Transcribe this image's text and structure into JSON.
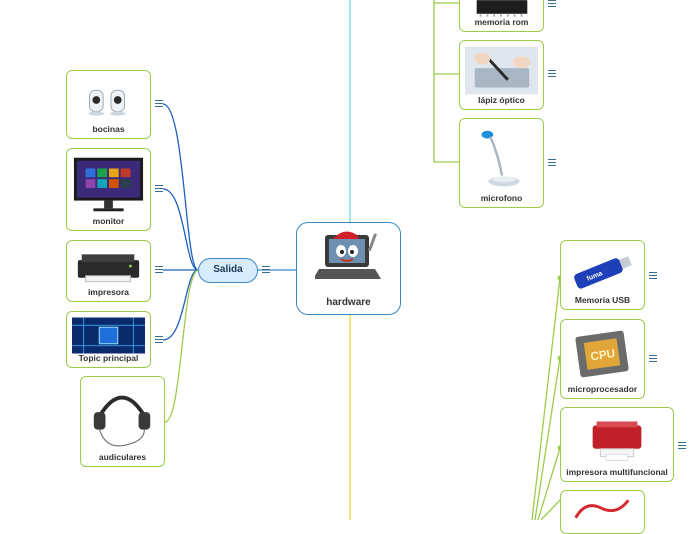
{
  "central": {
    "label": "hardware"
  },
  "salida": {
    "label": "Salida"
  },
  "salida_items": [
    {
      "label": "bocinas"
    },
    {
      "label": "monitor"
    },
    {
      "label": "impresora"
    },
    {
      "label": "Topic principal"
    }
  ],
  "left_items": [
    {
      "label": "audiculares"
    }
  ],
  "top_right_items": [
    {
      "label": "memoria rom"
    },
    {
      "label": "lápiz óptico"
    },
    {
      "label": "microfono"
    }
  ],
  "bottom_right_items": [
    {
      "label": "Memoria USB"
    },
    {
      "label": "microprocesador"
    },
    {
      "label": "impresora multifuncional"
    }
  ],
  "pictures": {
    "monitor_tiles": [
      "#2f6fd8",
      "#1aa34a",
      "#e8a317",
      "#c0392b",
      "#8e44ad",
      "#16a5b8",
      "#d35400",
      "#2c3e50"
    ],
    "cpu_text": "CPU",
    "usb_text": "fuma"
  },
  "colors": {
    "branch_blue": "#1f5fbf",
    "branch_green": "#9ccc4b",
    "branch_cyan": "#7fe0ea",
    "branch_yellow": "#f1e24a",
    "node_border": "#9ccc4b",
    "central_border": "#3b88c6"
  }
}
